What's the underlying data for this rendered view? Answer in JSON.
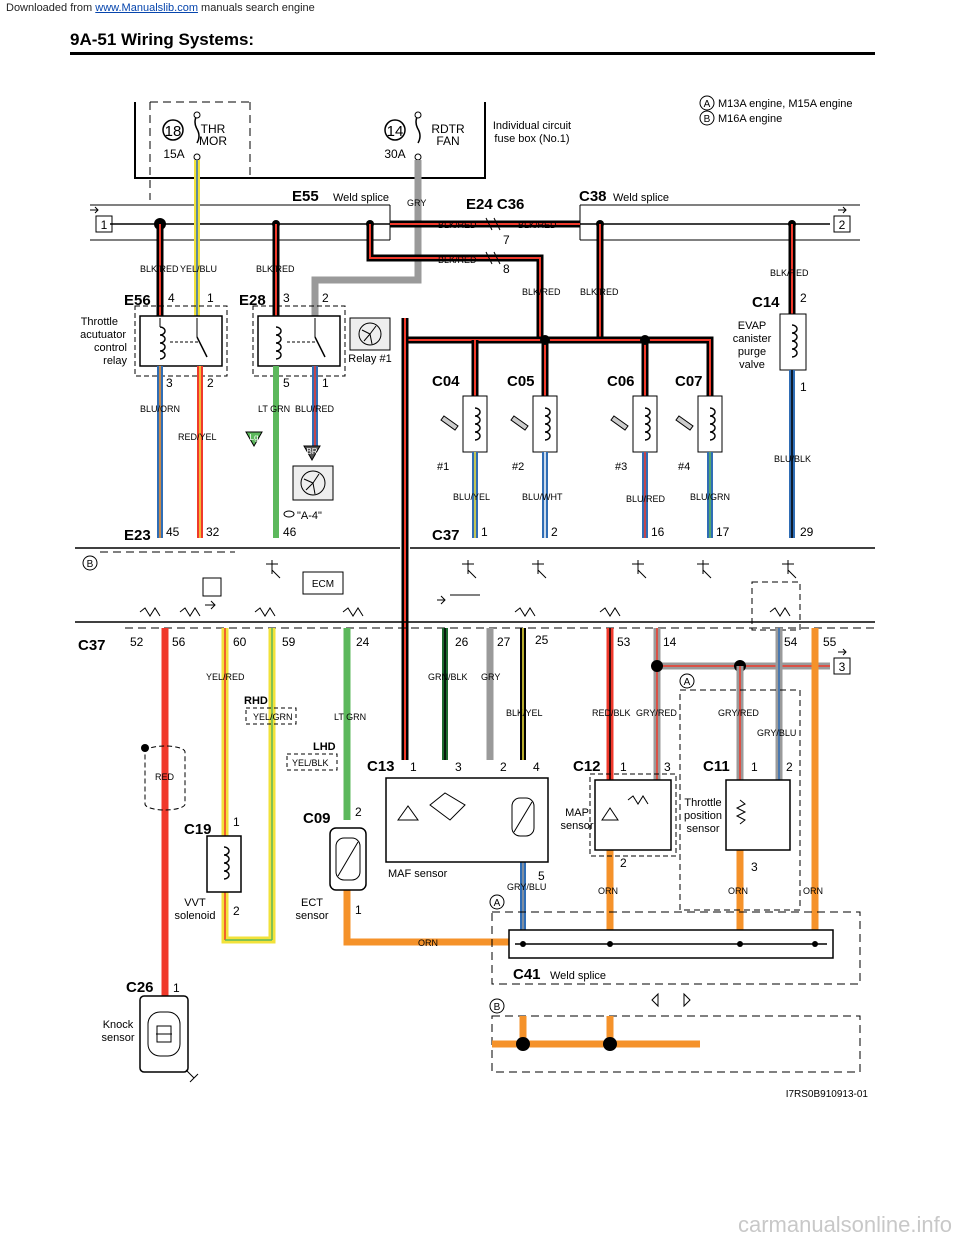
{
  "banner": {
    "prefix": "Downloaded from",
    "link": "www.Manualslib.com",
    "suffix": "manuals search engine"
  },
  "header": {
    "title": "9A-51   Wiring Systems:"
  },
  "legend": [
    {
      "mark": "A",
      "text": "M13A engine, M15A engine"
    },
    {
      "mark": "B",
      "text": "M16A engine"
    }
  ],
  "fusebox": {
    "label_line1": "Individual circuit",
    "label_line2": "fuse box (No.1)",
    "fuses": [
      {
        "num": "18",
        "name1": "THR",
        "name2": "MOR",
        "amp": "15A"
      },
      {
        "num": "14",
        "name1": "RDTR",
        "name2": "FAN",
        "amp": "30A"
      }
    ]
  },
  "splices": {
    "e55": {
      "code": "E55",
      "label": "Weld splice"
    },
    "c38": {
      "code": "C38",
      "label": "Weld splice"
    },
    "e24": "E24 C36",
    "c41": {
      "code": "C41",
      "label": "Weld splice"
    }
  },
  "connectors": {
    "e56": "E56",
    "e28": "E28",
    "c14": "C14",
    "c04": "C04",
    "c05": "C05",
    "c06": "C06",
    "c07": "C07",
    "e23": "E23",
    "c37_top": "C37",
    "c37_ecm": "C37",
    "c13": "C13",
    "c12": "C12",
    "c11": "C11",
    "c19": "C19",
    "c09": "C09",
    "c26": "C26"
  },
  "components": {
    "throttle_relay": [
      "Throttle",
      "acutuator",
      "control",
      "relay"
    ],
    "relay1": "Relay #1",
    "evap": [
      "EVAP",
      "canister",
      "purge",
      "valve"
    ],
    "maf": "MAF sensor",
    "map": [
      "MAP",
      "sensor"
    ],
    "tps": [
      "Throttle",
      "position",
      "sensor"
    ],
    "vvt": [
      "VVT",
      "solenoid"
    ],
    "ect": [
      "ECT",
      "sensor"
    ],
    "knock": [
      "Knock",
      "sensor"
    ],
    "ecm": "ECM",
    "ref_a4": "\"A-4\"",
    "rhd": "RHD",
    "lhd": "LHD",
    "badge_lg": "Lg",
    "badge_br": "BR"
  },
  "wires": {
    "gry": "GRY",
    "blk_red": "BLK/RED",
    "yel_blu": "YEL/BLU",
    "blu_orn": "BLU/ORN",
    "red_yel": "RED/YEL",
    "lt_grn": "LT GRN",
    "blu_red": "BLU/RED",
    "blu_yel": "BLU/YEL",
    "blu_wht": "BLU/WHT",
    "blu_grn": "BLU/GRN",
    "blu_blk": "BLU/BLK",
    "yel_red": "YEL/RED",
    "yel_grn": "YEL/GRN",
    "yel_blk": "YEL/BLK",
    "red": "RED",
    "grn_blk": "GRN/BLK",
    "blk_yel": "BLK/YEL",
    "red_blk": "RED/BLK",
    "gry_red": "GRY/RED",
    "gry_blu": "GRY/BLU",
    "gry_blu_maf": "GRY/BLU",
    "orn": "ORN"
  },
  "pins": {
    "ecm_top": [
      "45",
      "32",
      "46",
      "1",
      "2",
      "16",
      "17",
      "29"
    ],
    "ecm_bottom": [
      "52",
      "56",
      "60",
      "59",
      "24",
      "26",
      "27",
      "25",
      "53",
      "14",
      "54",
      "55"
    ],
    "inj": [
      "#1",
      "#2",
      "#3",
      "#4"
    ],
    "e24_7": "7",
    "e24_8": "8"
  },
  "page_refs": {
    "left": "1",
    "right": "2",
    "right_lower": "3"
  },
  "figure_id": "I7RS0B910913-01",
  "watermark": "carmanualsonline.info",
  "colors": {
    "red": "#f0392b",
    "yellow": "#f2e23a",
    "green": "#5cb85c",
    "blue": "#2f6db5",
    "orange": "#f5922a",
    "gray": "#9a9a9a",
    "dark_green": "#1d6b2e",
    "black": "#000000"
  }
}
